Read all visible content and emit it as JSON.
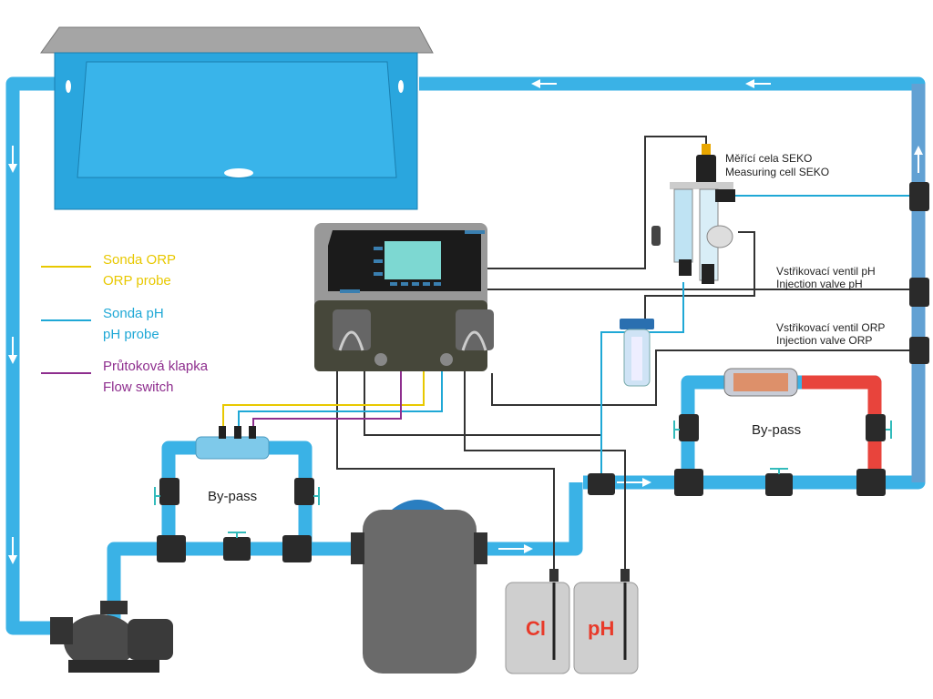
{
  "legend": {
    "orp": {
      "line1": "Sonda ORP",
      "line2": "ORP probe",
      "color": "#e8c800"
    },
    "ph": {
      "line1": "Sonda pH",
      "line2": "pH probe",
      "color": "#1fa8d6"
    },
    "flow": {
      "line1": "Průtoková klapka",
      "line2": "Flow switch",
      "color": "#8e2e8e"
    }
  },
  "labels": {
    "cell_line1": "Měřící cela SEKO",
    "cell_line2": "Measuring cell SEKO",
    "inj_ph_line1": "Vstřikovací ventil pH",
    "inj_ph_line2": "Injection valve pH",
    "inj_orp_line1": "Vstřikovací ventil ORP",
    "inj_orp_line2": "Injection valve ORP",
    "bypass_left": "By-pass",
    "bypass_right": "By-pass",
    "tank_cl": "Cl",
    "tank_ph": "pH"
  },
  "colors": {
    "water": "#3ab2e6",
    "pool": "#2aa6de",
    "controller_top": "#1b1b1b",
    "controller_bottom": "#46473a",
    "chemical_label": "#e83a2a"
  }
}
